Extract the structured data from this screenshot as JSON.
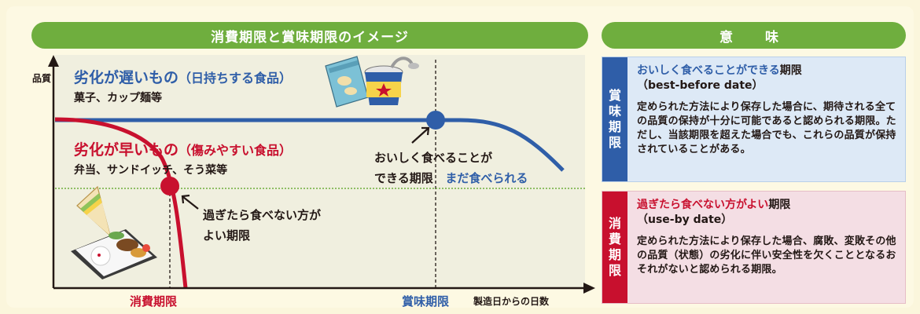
{
  "left_header": "消費期限と賞味期限のイメージ",
  "right_header": "意　味",
  "chart": {
    "y_axis_label": "品質",
    "slow": {
      "title": "劣化が遅いもの",
      "title_paren": "（日持ちする食品）",
      "examples": "菓子、カップ麺等"
    },
    "fast": {
      "title": "劣化が早いもの",
      "title_paren": "（傷みやすい食品）",
      "examples": "弁当、サンドイッチ、そう菜等"
    },
    "best_before_note_line1": "おいしく食べることが",
    "best_before_note_line2": "できる期限",
    "still_edible": "まだ食べられる",
    "use_by_note_line1": "過ぎたら食べない方が",
    "use_by_note_line2": "よい期限",
    "x_use_by_label": "消費期限",
    "x_best_before_label": "賞味期限",
    "x_axis_label": "製造日からの日数",
    "colors": {
      "slow": "#2f5ea8",
      "fast": "#c8102e",
      "threshold": "#6fae3e",
      "header": "#6fae3e"
    },
    "icons": [
      "snack-bag-icon",
      "cup-noodle-icon",
      "sandwich-icon",
      "bento-box-icon"
    ]
  },
  "meaning": {
    "best_before": {
      "tag": [
        "賞",
        "味",
        "期",
        "限"
      ],
      "heading_colored": "おいしく食べることができる",
      "heading_rest": "期限",
      "heading_en": "（best-before date）",
      "body": "定められた方法により保存した場合に、期待される全ての品質の保持が十分に可能であると認められる期限。ただし、当該期限を超えた場合でも、これらの品質が保持されていることがある。"
    },
    "use_by": {
      "tag": [
        "消",
        "費",
        "期",
        "限"
      ],
      "heading_colored": "過ぎたら食べない方がよい",
      "heading_rest": "期限",
      "heading_en": "（use-by date）",
      "body": "定められた方法により保存した場合、腐敗、変敗その他の品質（状態）の劣化に伴い安全性を欠くこととなるおそれがないと認められる期限。"
    }
  }
}
